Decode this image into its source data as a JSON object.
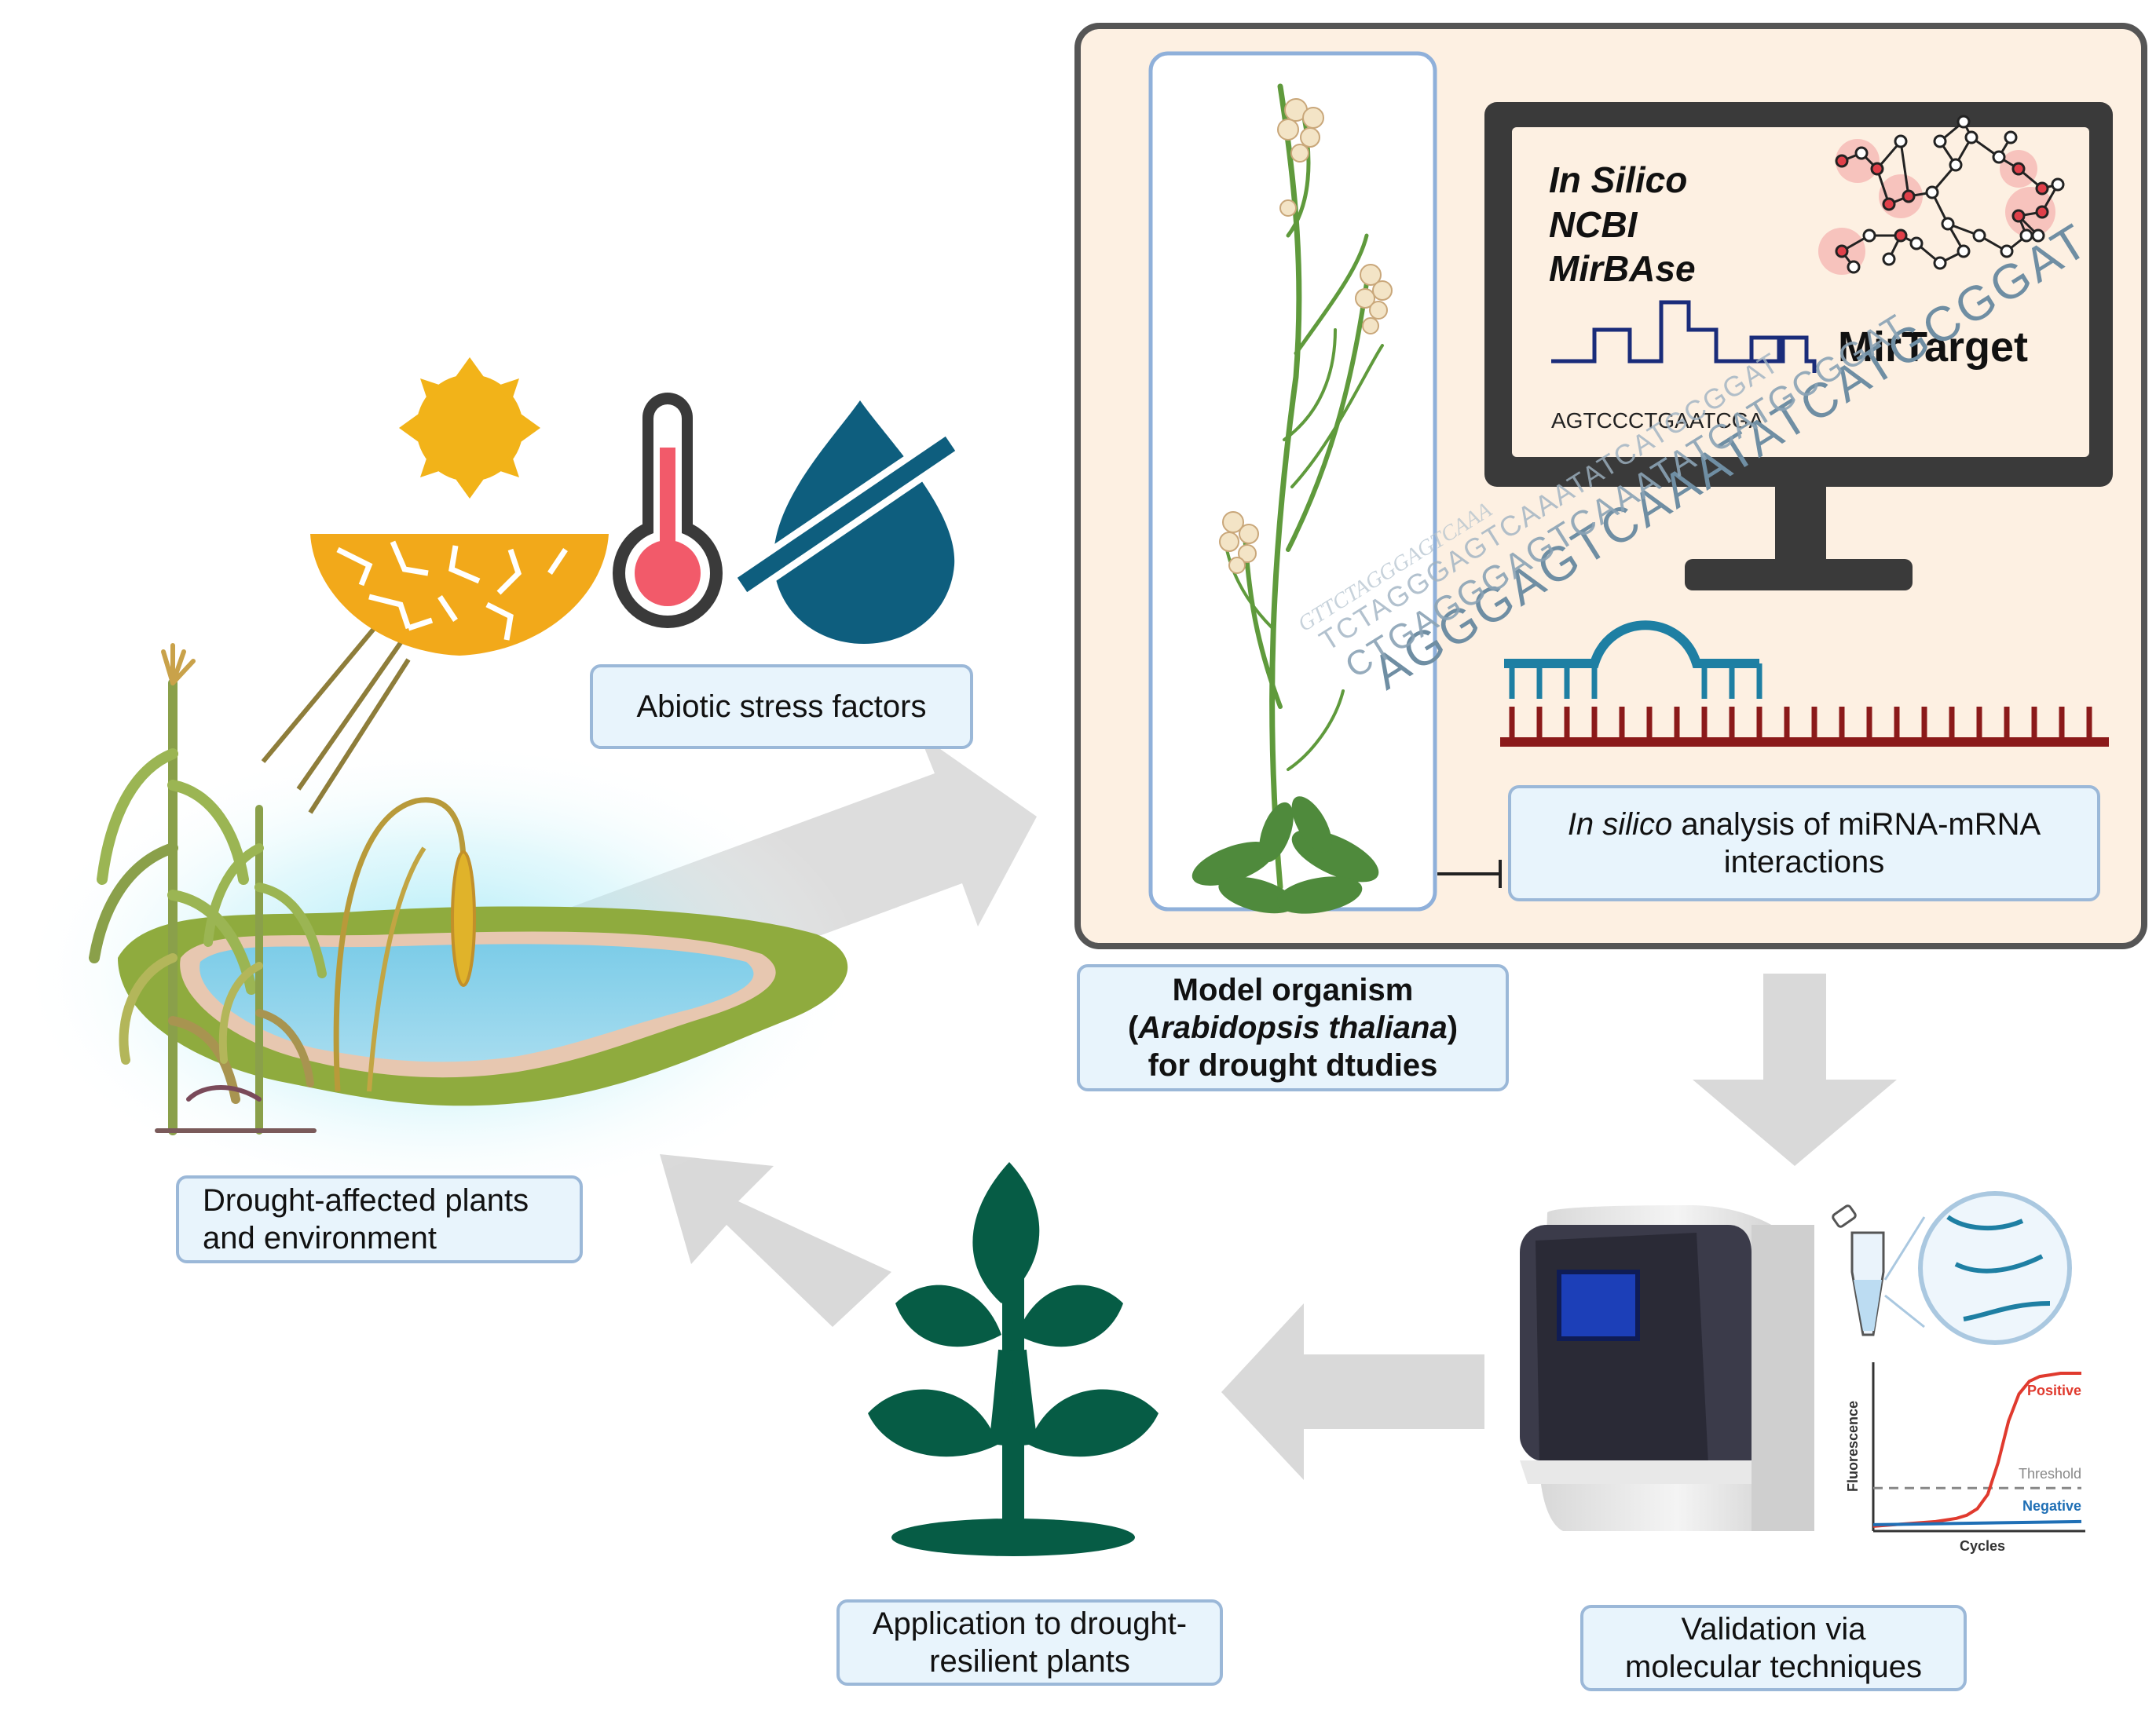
{
  "colors": {
    "box_fill": "#e8f4fc",
    "box_border": "#9bb8d8",
    "panel_fill": "#fdf0e2",
    "panel_border": "#555555",
    "arrow": "#d9d9d9",
    "sun": "#f2b319",
    "thermo_red": "#f25a6a",
    "drop_blue": "#0e5e7e",
    "plant_green": "#065c45",
    "positive": "#e03a2e",
    "negative": "#1f6fb5",
    "threshold": "#888888"
  },
  "labels": {
    "abiotic": "Abiotic stress factors",
    "drought_line1": "Drought-affected  plants",
    "drought_line2": "and environment",
    "model_line1": "Model organism",
    "model_paren_open": "(",
    "model_species": "Arabidopsis thaliana",
    "model_paren_close": ")",
    "model_line3": "for drought dtudies",
    "insilico_italic": "In silico",
    "insilico_rest": " analysis of miRNA-mRNA",
    "insilico_line2": "interactions",
    "validation_line1": "Validation via",
    "validation_line2": "molecular techniques",
    "application_line1": "Application to drought-",
    "application_line2": "resilient plants"
  },
  "monitor": {
    "line1": "In Silico",
    "line2": "NCBI",
    "line3": "MirBAse",
    "sequence": "AGTCCCTGAATCGA",
    "tool": "MirTarget"
  },
  "dna_text": {
    "strand1": "AGGGAGTCAAATATCATGCGGAT",
    "strand2": "CTGAGGGAGTCAAATATCATGCGGAT",
    "strand3": "TCTAGGGAGTCAAATATCATGCGGAT",
    "strand4": "GTTCTAGGGAGTCAAA"
  },
  "chart_data": {
    "type": "line",
    "title": "",
    "xlabel": "Cycles",
    "ylabel": "Fluorescence",
    "xlim": [
      0,
      40
    ],
    "ylim": [
      0,
      1
    ],
    "threshold_label": "Threshold",
    "threshold": 0.26,
    "series": [
      {
        "name": "Positive",
        "color": "#e03a2e",
        "x": [
          0,
          4,
          8,
          12,
          16,
          18,
          20,
          22,
          24,
          26,
          28,
          30,
          32,
          34,
          36,
          40
        ],
        "y": [
          0.02,
          0.03,
          0.04,
          0.05,
          0.07,
          0.09,
          0.13,
          0.22,
          0.42,
          0.68,
          0.85,
          0.93,
          0.96,
          0.97,
          0.98,
          0.98
        ]
      },
      {
        "name": "Negative",
        "color": "#1f6fb5",
        "x": [
          0,
          10,
          20,
          30,
          40
        ],
        "y": [
          0.03,
          0.035,
          0.04,
          0.045,
          0.05
        ]
      }
    ]
  }
}
